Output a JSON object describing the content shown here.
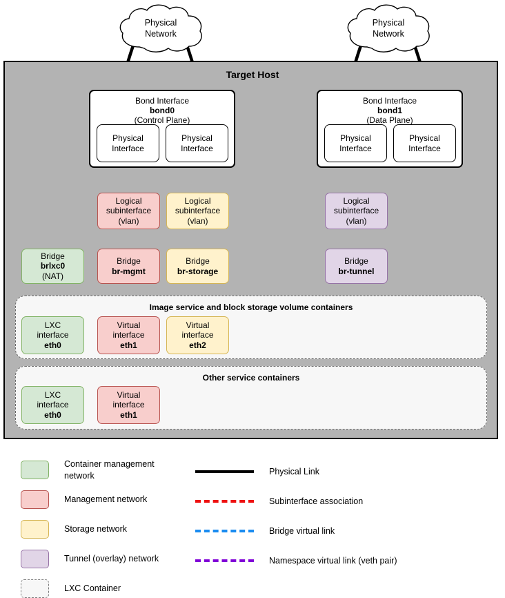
{
  "diagram": {
    "title": "Target Host",
    "clouds": [
      {
        "name": "cloud-left",
        "line1": "Physical",
        "line2": "Network"
      },
      {
        "name": "cloud-right",
        "line1": "Physical",
        "line2": "Network"
      }
    ],
    "bonds": [
      {
        "name": "bond0",
        "title": "Bond Interface",
        "id": "bond0",
        "role": "(Control Plane)",
        "members": [
          {
            "line1": "Physical",
            "line2": "Interface"
          },
          {
            "line1": "Physical",
            "line2": "Interface"
          }
        ]
      },
      {
        "name": "bond1",
        "title": "Bond Interface",
        "id": "bond1",
        "role": "(Data Plane)",
        "members": [
          {
            "line1": "Physical",
            "line2": "Interface"
          },
          {
            "line1": "Physical",
            "line2": "Interface"
          }
        ]
      }
    ],
    "subinterfaces": [
      {
        "key": "mgmt",
        "line1": "Logical",
        "line2": "subinterface",
        "line3": "(vlan)",
        "color": "red"
      },
      {
        "key": "storage",
        "line1": "Logical",
        "line2": "subinterface",
        "line3": "(vlan)",
        "color": "yellow"
      },
      {
        "key": "tunnel",
        "line1": "Logical",
        "line2": "subinterface",
        "line3": "(vlan)",
        "color": "purple"
      }
    ],
    "bridges": [
      {
        "key": "brlxc0",
        "label": "Bridge",
        "id": "brlxc0",
        "note": "(NAT)",
        "color": "green"
      },
      {
        "key": "br-mgmt",
        "label": "Bridge",
        "id": "br-mgmt",
        "note": "",
        "color": "red"
      },
      {
        "key": "br-storage",
        "label": "Bridge",
        "id": "br-storage",
        "note": "",
        "color": "yellow"
      },
      {
        "key": "br-tunnel",
        "label": "Bridge",
        "id": "br-tunnel",
        "note": "",
        "color": "purple"
      }
    ],
    "container_groups": [
      {
        "key": "image-block",
        "title": "Image service and block storage volume containers",
        "interfaces": [
          {
            "line1": "LXC",
            "line2": "interface",
            "dev": "eth0",
            "color": "green"
          },
          {
            "line1": "Virtual",
            "line2": "interface",
            "dev": "eth1",
            "color": "red"
          },
          {
            "line1": "Virtual",
            "line2": "interface",
            "dev": "eth2",
            "color": "yellow"
          }
        ]
      },
      {
        "key": "other-services",
        "title": "Other service containers",
        "interfaces": [
          {
            "line1": "LXC",
            "line2": "interface",
            "dev": "eth0",
            "color": "green"
          },
          {
            "line1": "Virtual",
            "line2": "interface",
            "dev": "eth1",
            "color": "red"
          }
        ]
      }
    ]
  },
  "legend": {
    "swatches": [
      {
        "key": "container-management",
        "label": "Container management network",
        "fill": "#d5e8d4",
        "stroke": "#82b366"
      },
      {
        "key": "management",
        "label": "Management network",
        "fill": "#f8cecc",
        "stroke": "#b85450"
      },
      {
        "key": "storage",
        "label": "Storage network",
        "fill": "#ffe6cc",
        "stroke": "#d6b656"
      },
      {
        "key": "tunnel-overlay",
        "label": "Tunnel (overlay) network",
        "fill": "#e1d5e7",
        "stroke": "#9673a6"
      },
      {
        "key": "lxc-container",
        "label": "LXC Container",
        "fill": "#f7f7f7",
        "stroke": "#777777"
      }
    ],
    "lines": [
      {
        "key": "physical-link",
        "label": "Physical Link",
        "color": "#000000",
        "style": "solid"
      },
      {
        "key": "subinterface-assoc",
        "label": "Subinterface association",
        "color": "#ee1111",
        "style": "dashed"
      },
      {
        "key": "bridge-virtual-link",
        "label": "Bridge virtual link",
        "color": "#1a8cf0",
        "style": "dashed"
      },
      {
        "key": "namespace-veth",
        "label": "Namespace virtual link (veth pair)",
        "color": "#8000d7",
        "style": "dashed"
      }
    ]
  },
  "colors": {
    "host_fill": "#b3b3b3",
    "physical_link": "#000000",
    "subinterface_link": "#ee1111",
    "bridge_link": "#1a8cf0",
    "veth_link": "#8000d7"
  }
}
